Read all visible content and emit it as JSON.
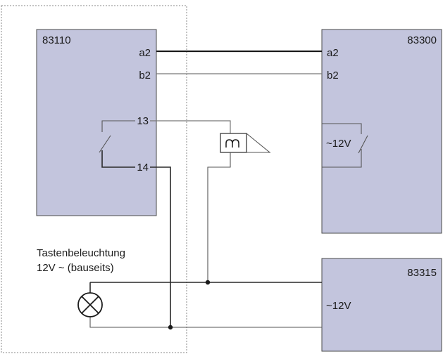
{
  "modules": {
    "left": {
      "id": "83110",
      "terminals": [
        "a2",
        "b2",
        "13",
        "14"
      ]
    },
    "right_top": {
      "id": "83300",
      "terminals": [
        "a2",
        "b2"
      ],
      "supply": "~12V"
    },
    "right_bottom": {
      "id": "83315",
      "supply": "~12V"
    }
  },
  "lamp_label": {
    "line1": "Tastenbeleuchtung",
    "line2": "12V ~ (bauseits)"
  },
  "icons": {
    "relay": "relay-coil-icon",
    "lamp": "lamp-icon",
    "switch": "switch-contact-icon"
  }
}
